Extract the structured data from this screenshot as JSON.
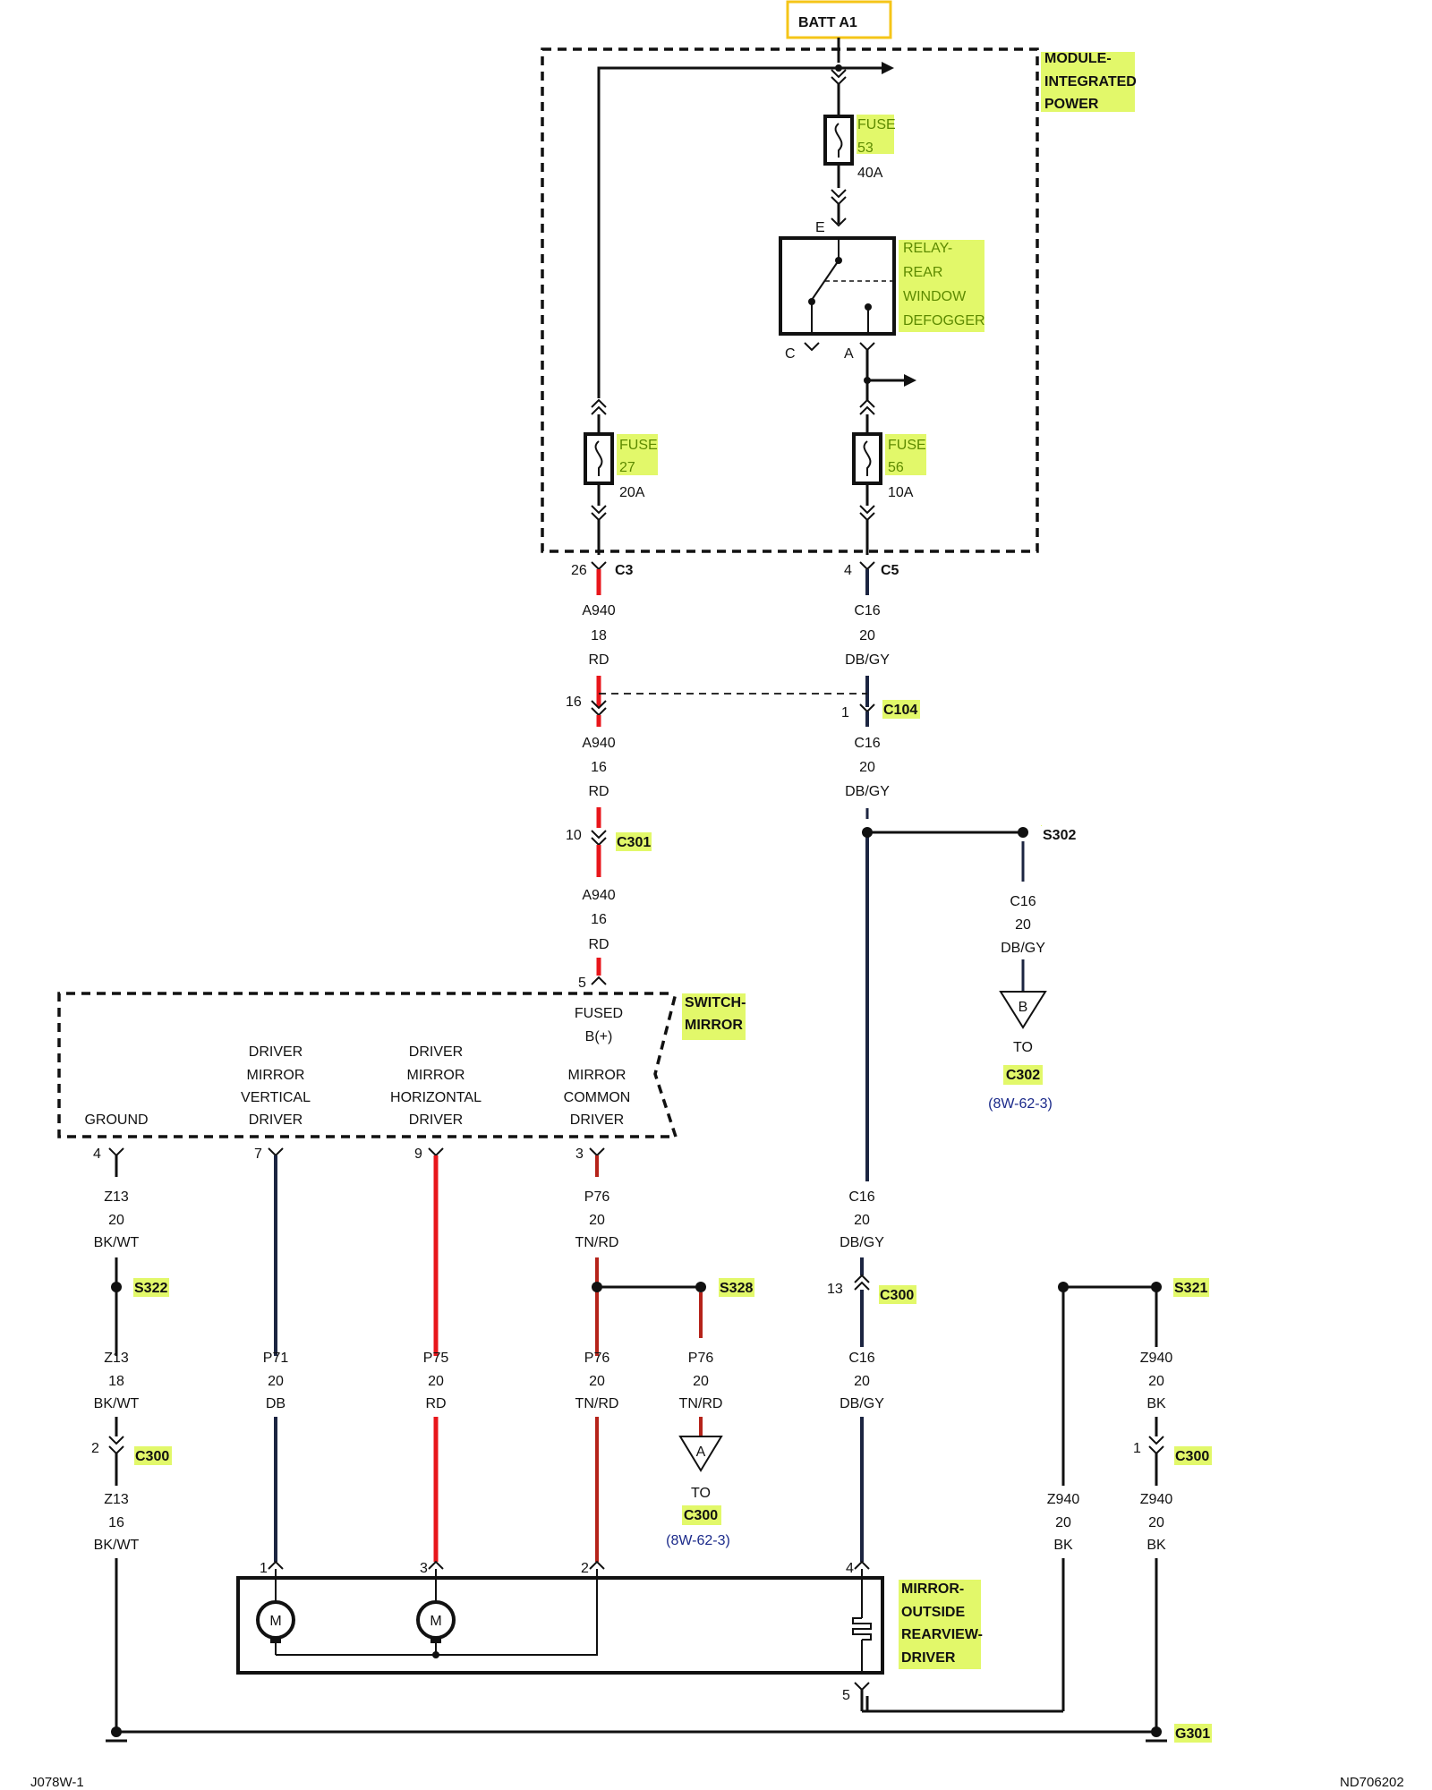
{
  "source_label": "BATT A1",
  "modules": {
    "integrated_power": [
      "MODULE-",
      "INTEGRATED",
      "POWER"
    ],
    "switch_mirror": [
      "SWITCH-",
      "MIRROR"
    ],
    "mirror_outside": [
      "MIRROR-",
      "OUTSIDE",
      "REARVIEW-",
      "DRIVER"
    ]
  },
  "fuses": {
    "f53": {
      "name": "FUSE",
      "num": "53",
      "rating": "40A"
    },
    "f27": {
      "name": "FUSE",
      "num": "27",
      "rating": "20A"
    },
    "f56": {
      "name": "FUSE",
      "num": "56",
      "rating": "10A"
    }
  },
  "relay": {
    "lines": [
      "RELAY-",
      "REAR",
      "WINDOW",
      "DEFOGGER"
    ],
    "pin_e": "E",
    "pin_c": "C",
    "pin_a": "A"
  },
  "connectors": {
    "c3": {
      "pin": "26",
      "name": "C3"
    },
    "c5": {
      "pin": "4",
      "name": "C5"
    },
    "c104_left": {
      "pin": "16"
    },
    "c104": {
      "pin": "1",
      "name": "C104"
    },
    "c301": {
      "pin": "10",
      "name": "C301"
    },
    "sw_in": {
      "pin": "5"
    },
    "sw_p4": {
      "pin": "4"
    },
    "sw_p7": {
      "pin": "7"
    },
    "sw_p9": {
      "pin": "9"
    },
    "sw_p3": {
      "pin": "3"
    },
    "c300_mid": {
      "pin": "13",
      "name": "C300"
    },
    "c300_left": {
      "pin": "2",
      "name": "C300"
    },
    "c300_right": {
      "pin": "1",
      "name": "C300"
    },
    "m_p1": {
      "pin": "1"
    },
    "m_p3": {
      "pin": "3"
    },
    "m_p2": {
      "pin": "2"
    },
    "m_p4": {
      "pin": "4"
    },
    "m_p5": {
      "pin": "5"
    }
  },
  "wires": {
    "a940_1": [
      "A940",
      "18",
      "RD"
    ],
    "c16_1": [
      "C16",
      "20",
      "DB/GY"
    ],
    "a940_2": [
      "A940",
      "16",
      "RD"
    ],
    "c16_2": [
      "C16",
      "20",
      "DB/GY"
    ],
    "a940_3": [
      "A940",
      "16",
      "RD"
    ],
    "c16_s302": [
      "C16",
      "20",
      "DB/GY"
    ],
    "z13_1": [
      "Z13",
      "20",
      "BK/WT"
    ],
    "p76_1": [
      "P76",
      "20",
      "TN/RD"
    ],
    "c16_3": [
      "C16",
      "20",
      "DB/GY"
    ],
    "z13_2": [
      "Z13",
      "18",
      "BK/WT"
    ],
    "p71": [
      "P71",
      "20",
      "DB"
    ],
    "p75": [
      "P75",
      "20",
      "RD"
    ],
    "p76_2": [
      "P76",
      "20",
      "TN/RD"
    ],
    "p76_3": [
      "P76",
      "20",
      "TN/RD"
    ],
    "c16_4": [
      "C16",
      "20",
      "DB/GY"
    ],
    "z940_1": [
      "Z940",
      "20",
      "BK"
    ],
    "z13_3": [
      "Z13",
      "16",
      "BK/WT"
    ],
    "z940_2": [
      "Z940",
      "20",
      "BK"
    ],
    "z940_3": [
      "Z940",
      "20",
      "BK"
    ]
  },
  "switch_pins": {
    "fused": [
      "FUSED",
      "B(+)"
    ],
    "ground": [
      "GROUND"
    ],
    "vertical": [
      "DRIVER",
      "MIRROR",
      "VERTICAL",
      "DRIVER"
    ],
    "horizontal": [
      "DRIVER",
      "MIRROR",
      "HORIZONTAL",
      "DRIVER"
    ],
    "common": [
      "MIRROR",
      "COMMON",
      "DRIVER"
    ]
  },
  "splices": {
    "s302": "S302",
    "s322": "S322",
    "s328": "S328",
    "s321": "S321"
  },
  "offpage": {
    "b": {
      "letter": "B",
      "to": "TO",
      "conn": "C302",
      "ref": "(8W-62-3)"
    },
    "a": {
      "letter": "A",
      "to": "TO",
      "conn": "C300",
      "ref": "(8W-62-3)"
    }
  },
  "motor_letter": "M",
  "ground_label": "G301",
  "footer": {
    "left": "J078W-1",
    "right": "ND706202"
  },
  "colors": {
    "red": "#e8161b",
    "darkblue": "#1c2541",
    "tan_red": "#b5231a",
    "highlight": "#e2f86a",
    "box_yellow": "#f5c518"
  }
}
